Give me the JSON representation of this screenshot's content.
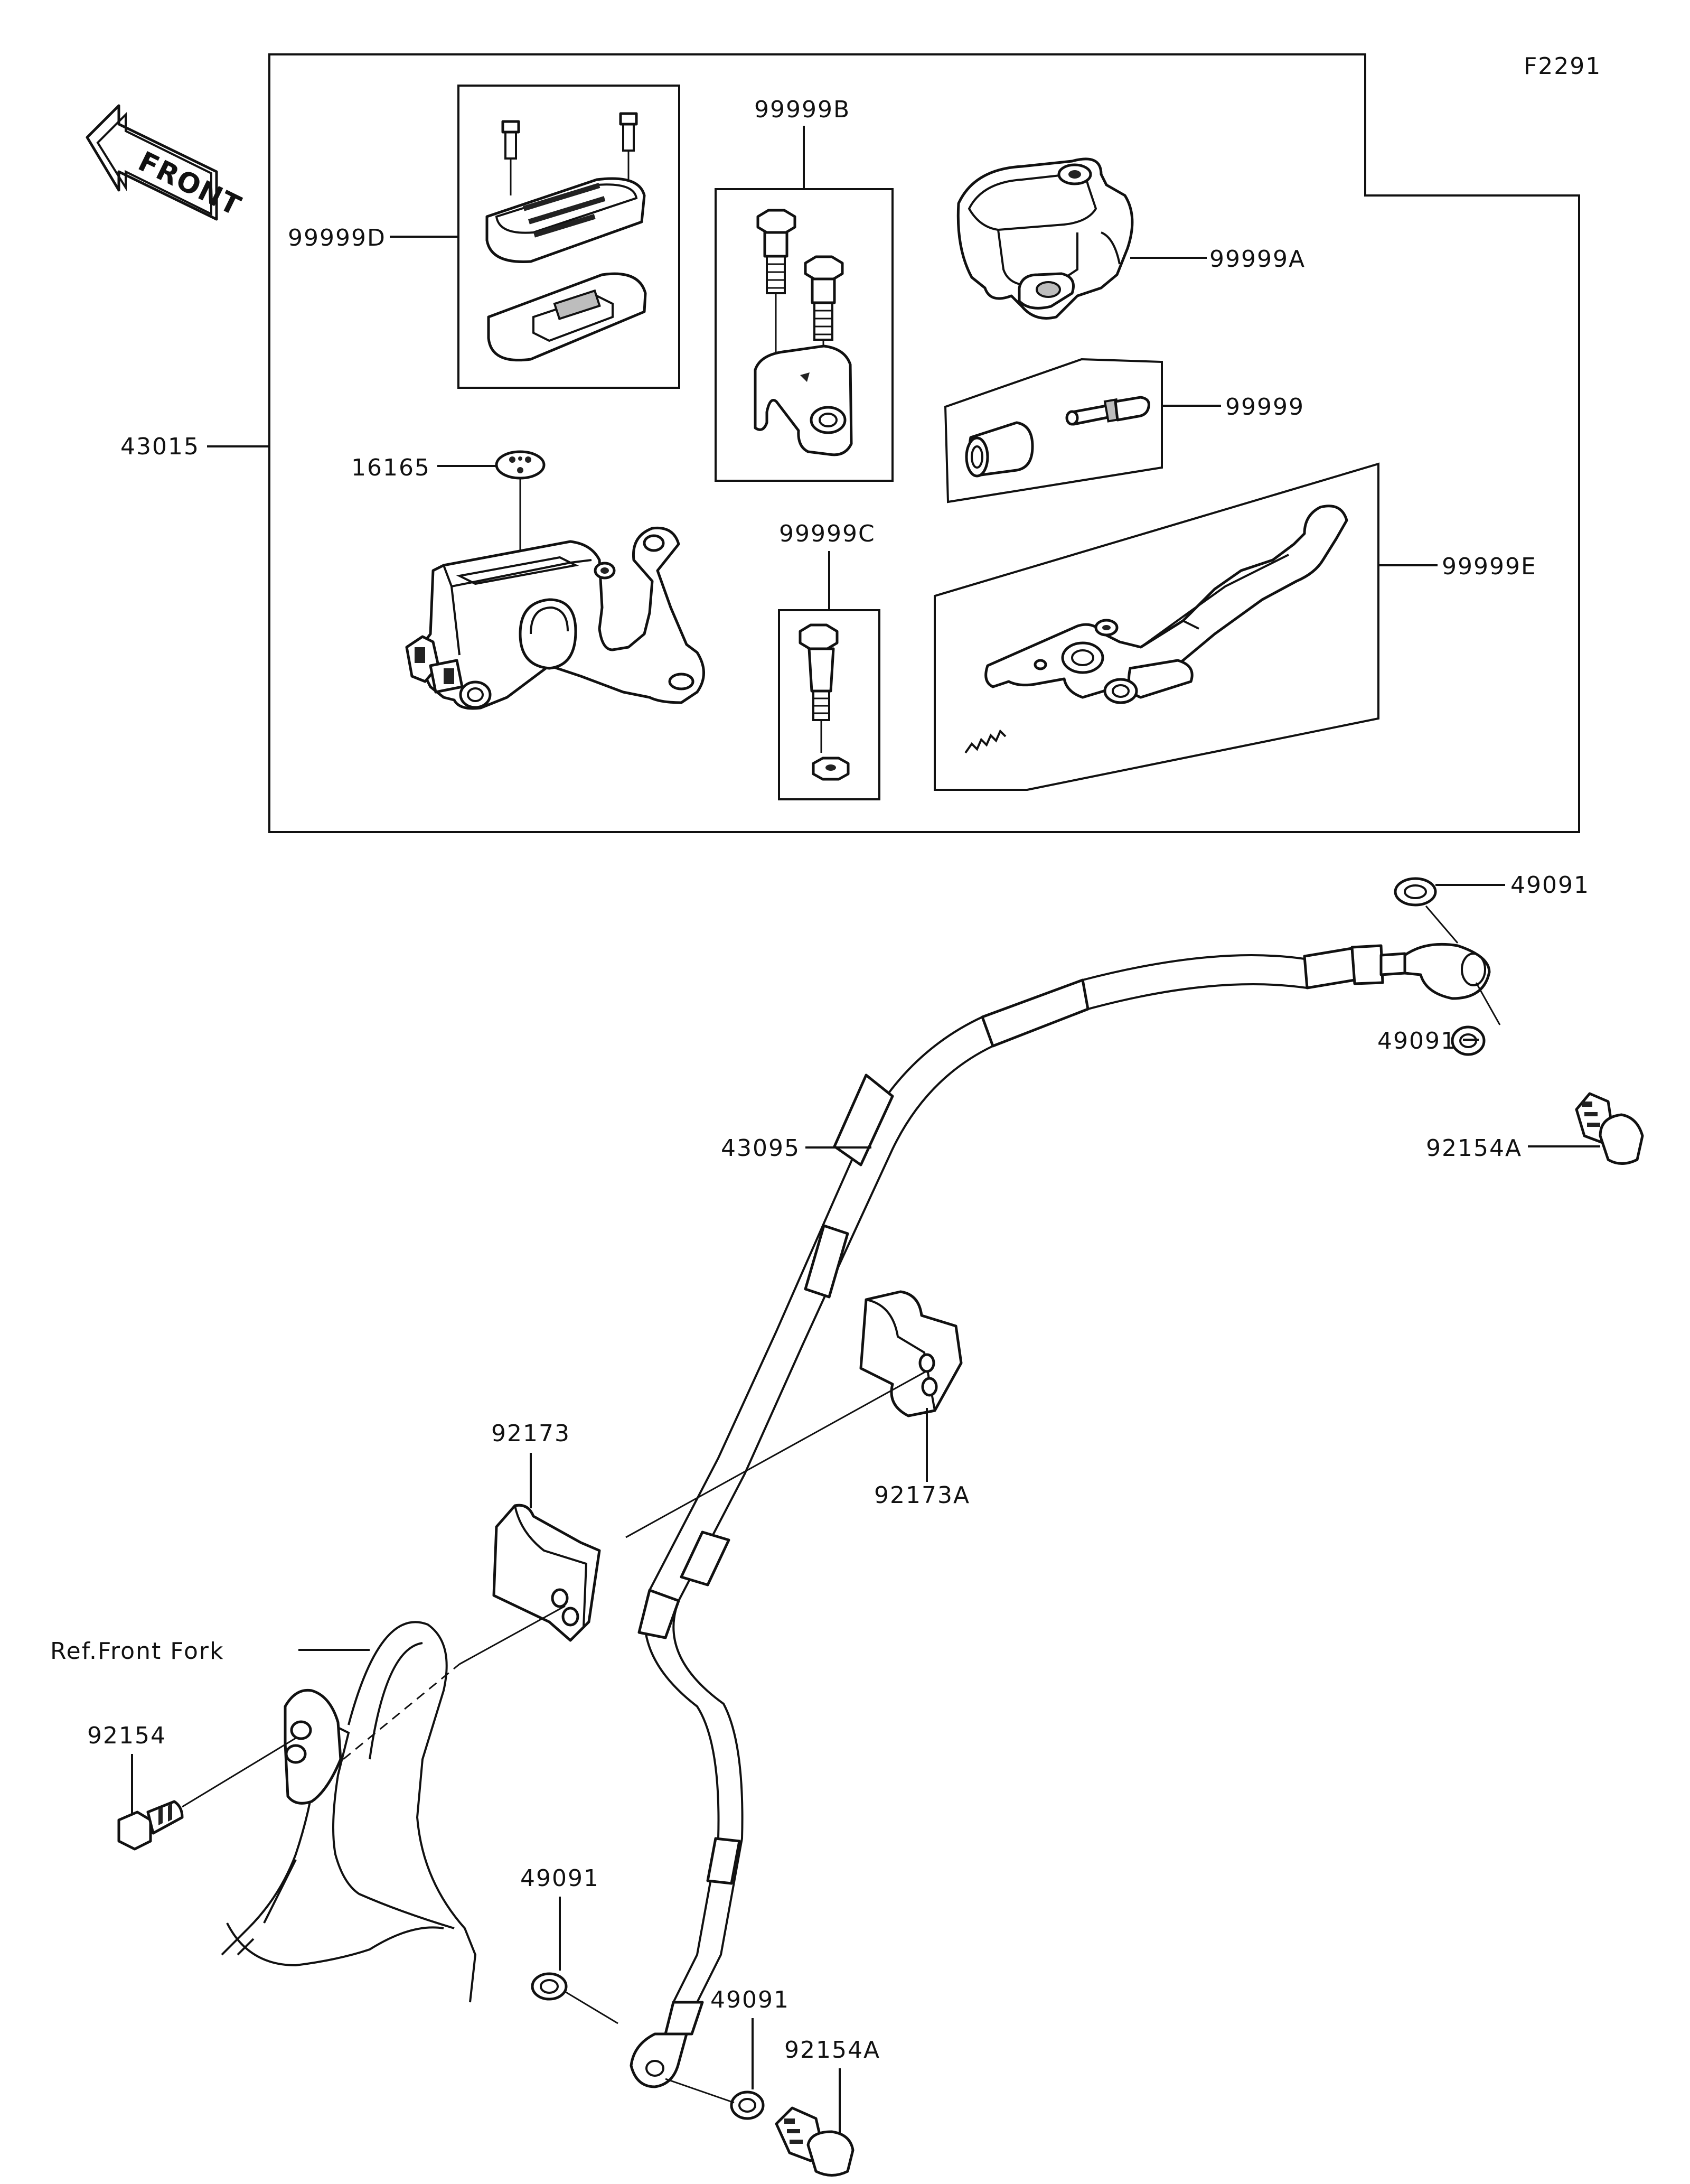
{
  "figure_code": "F2291",
  "front_label": "FRONT",
  "ref_label": "Ref.Front Fork",
  "labels": {
    "p43015": "43015",
    "p99999D": "99999D",
    "p99999B": "99999B",
    "p99999A": "99999A",
    "p99999": "99999",
    "p16165": "16165",
    "p99999C": "99999C",
    "p99999E": "99999E",
    "p49091_top": "49091",
    "p49091_mid": "49091",
    "p92154A_top": "92154A",
    "p43095": "43095",
    "p92173": "92173",
    "p92173A": "92173A",
    "p92154": "92154",
    "p49091_bl": "49091",
    "p49091_br": "49091",
    "p92154A_bottom": "92154A"
  }
}
